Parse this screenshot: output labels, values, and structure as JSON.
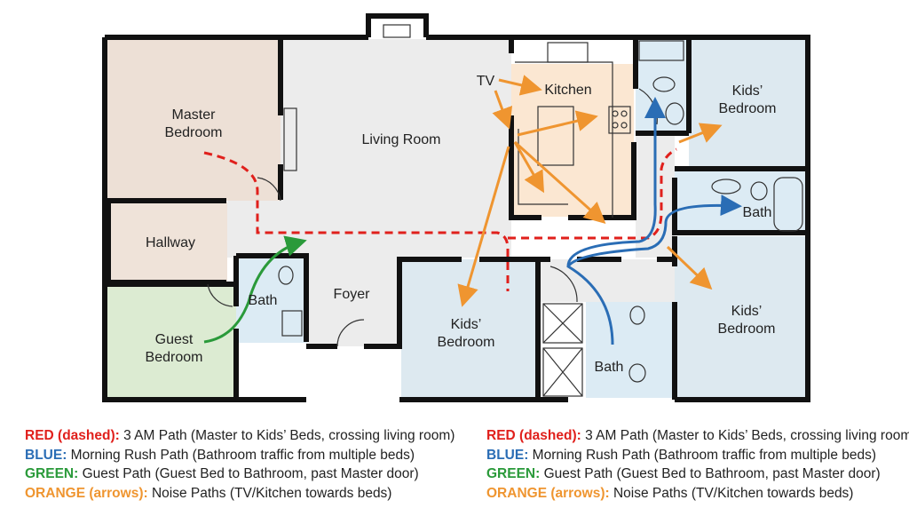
{
  "rooms": {
    "master": [
      "Master",
      "Bedroom"
    ],
    "hallway": "Hallway",
    "guest": [
      "Guest",
      "Bedroom"
    ],
    "bath_left": "Bath",
    "living": "Living Room",
    "foyer": "Foyer",
    "kitchen": "Kitchen",
    "tv": "TV",
    "kids_top": [
      "Kids’",
      "Bedroom"
    ],
    "bath_right": "Bath",
    "kids_mid": [
      "Kids’",
      "Bedroom"
    ],
    "bath_mid": "Bath",
    "kids_right": [
      "Kids’",
      "Bedroom"
    ]
  },
  "colors": {
    "red": "#e0201c",
    "blue": "#2a6db5",
    "green": "#2a9a3a",
    "orange": "#ef9530"
  },
  "legend": [
    {
      "key": "RED (dashed):",
      "text": " 3 AM Path (Master to Kids’ Beds, crossing living room)",
      "color": "#e0201c"
    },
    {
      "key": "BLUE:",
      "text": " Morning Rush Path (Bathroom traffic from multiple beds)",
      "color": "#2a6db5"
    },
    {
      "key": "GREEN:",
      "text": " Guest Path (Guest Bed to Bathroom, past Master door)",
      "color": "#2a9a3a"
    },
    {
      "key": "ORANGE (arrows):",
      "text": " Noise Paths (TV/Kitchen towards beds)",
      "color": "#ef9530"
    }
  ]
}
